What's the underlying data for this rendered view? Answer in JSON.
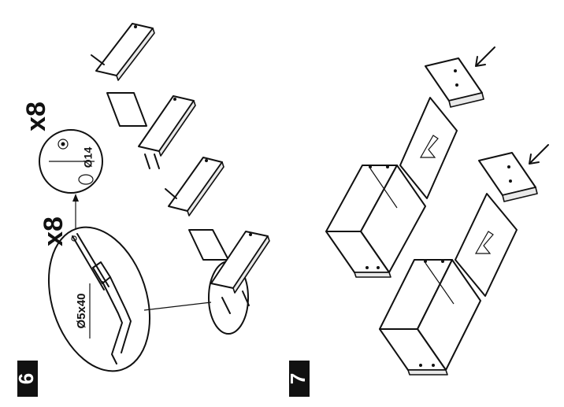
{
  "steps": [
    {
      "number": "6",
      "quantity_a": "x8",
      "quantity_b": "x8",
      "screw_label": "Ø5x40",
      "dowel_label": "Ø14"
    },
    {
      "number": "7"
    }
  ]
}
